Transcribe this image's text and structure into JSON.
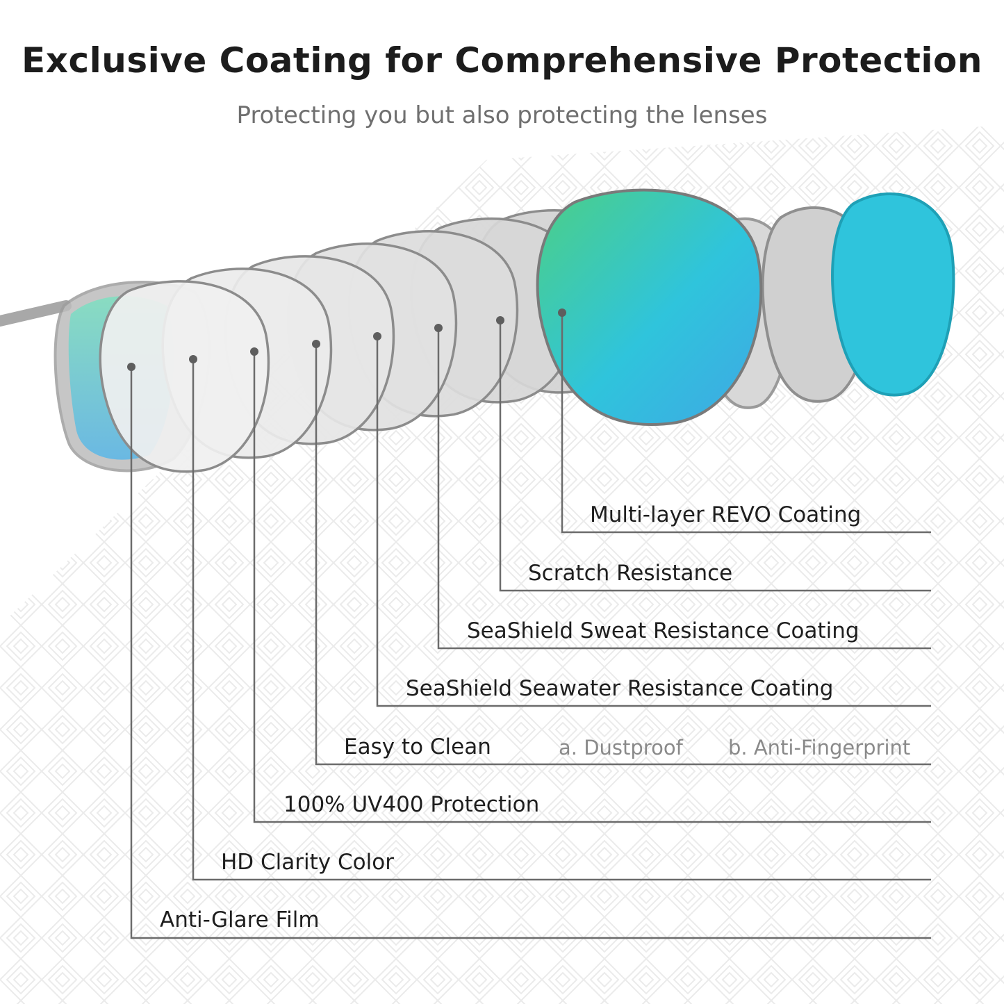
{
  "header": {
    "title": "Exclusive Coating for Comprehensive Protection",
    "subtitle": "Protecting you but also protecting the lenses"
  },
  "colors": {
    "lens_green": "#4ccf86",
    "lens_cyan": "#2fc4dc",
    "lens_blue": "#3fa8e4",
    "leader_line": "#6b6b6b",
    "dot": "#5e5e5e",
    "frame": "#a8a8a8"
  },
  "layers": [
    {
      "label": "Anti-Glare Film"
    },
    {
      "label": "HD Clarity Color"
    },
    {
      "label": "100% UV400 Protection"
    },
    {
      "label": "Easy to Clean",
      "sub": [
        "a. Dustproof",
        "b. Anti-Fingerprint"
      ]
    },
    {
      "label": "SeaShield Seawater Resistance Coating"
    },
    {
      "label": "SeaShield Sweat Resistance Coating"
    },
    {
      "label": "Scratch Resistance"
    },
    {
      "label": "Multi-layer REVO Coating"
    }
  ]
}
